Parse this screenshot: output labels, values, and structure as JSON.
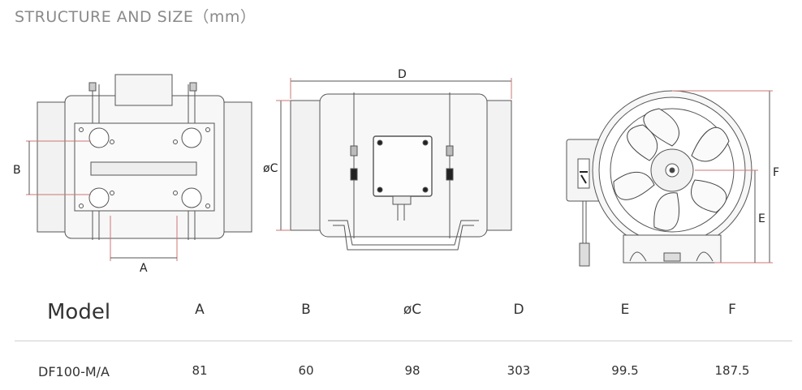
{
  "title": "STRUCTURE AND SIZE（mm）",
  "dimension_labels": {
    "a": "A",
    "b": "B",
    "c": "øC",
    "d": "D",
    "e": "E",
    "f": "F"
  },
  "table": {
    "headers": [
      "Model",
      "A",
      "B",
      "øC",
      "D",
      "E",
      "F"
    ],
    "rows": [
      [
        "DF100-M/A",
        "81",
        "60",
        "98",
        "303",
        "99.5",
        "187.5"
      ]
    ]
  }
}
